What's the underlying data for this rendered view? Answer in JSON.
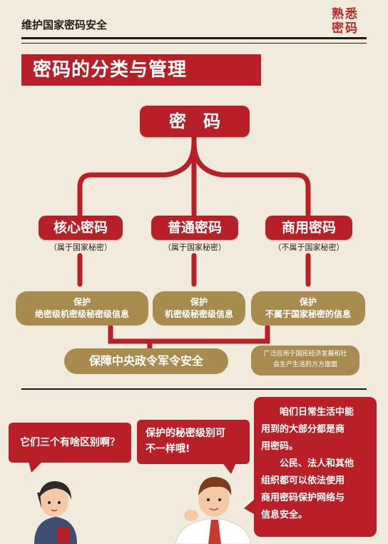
{
  "header": {
    "title": "维护国家密码安全",
    "stamp_line1": "熟悉",
    "stamp_line2": "密码"
  },
  "banner": "密码的分类与管理",
  "root": "密　码",
  "categories": [
    {
      "label": "核心密码",
      "note": "（属于国家秘密）",
      "protect_title": "保护",
      "protect_text": "绝密级机密级秘密级信息"
    },
    {
      "label": "普通密码",
      "note": "（属于国家秘密）",
      "protect_title": "保护",
      "protect_text": "机密级秘密级信息"
    },
    {
      "label": "商用密码",
      "note": "（不属于国家秘密）",
      "protect_title": "保护",
      "protect_text": "不属于国家秘密的信息"
    }
  ],
  "result_left": "保障中央政令军令安全",
  "result_right_line1": "广泛应用于国民经济发展和社",
  "result_right_line2": "会生产生活的方方面面",
  "dialog": {
    "q": "它们三个有啥区别啊？",
    "a_line1": "保护的秘密级别可",
    "a_line2": "不一样哦!",
    "info_lines": [
      "咱们日常生活中能",
      "用到的大部分都是商",
      "用密码。",
      "公民、法人和其他",
      "组织都可以依法使用",
      "商用密码保护网络与",
      "信息安全。"
    ]
  },
  "colors": {
    "red": "#b81f26",
    "gold": "#a88b4f",
    "bg": "#f1ebdd"
  }
}
